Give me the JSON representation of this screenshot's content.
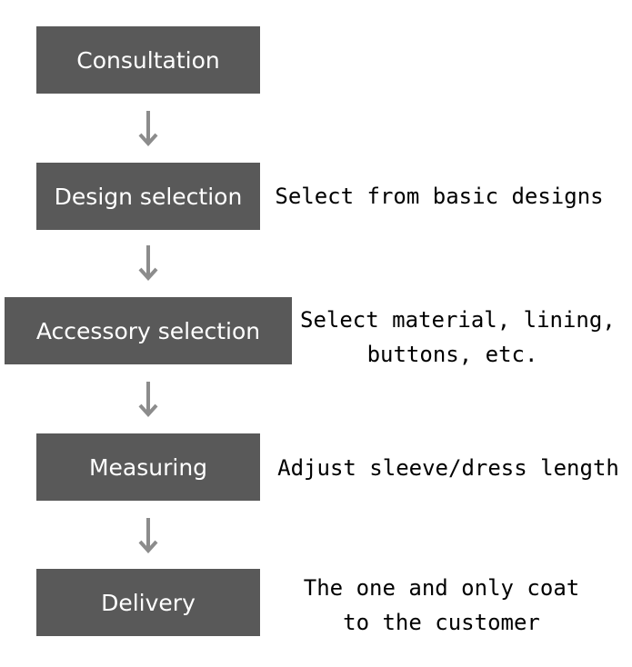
{
  "steps": [
    {
      "label": "Consultation",
      "note": []
    },
    {
      "label": "Design selection",
      "note": [
        "Select from basic designs"
      ]
    },
    {
      "label": "Accessory selection",
      "note": [
        "Select material, lining,",
        "buttons, etc."
      ]
    },
    {
      "label": "Measuring",
      "note": [
        "Adjust sleeve/dress length"
      ]
    },
    {
      "label": "Delivery",
      "note": [
        "The one and only coat",
        "to the customer"
      ]
    }
  ],
  "colors": {
    "box": "#595959",
    "box_text": "#ffffff",
    "arrow": "#8c8c8c",
    "note_text": "#000000"
  }
}
